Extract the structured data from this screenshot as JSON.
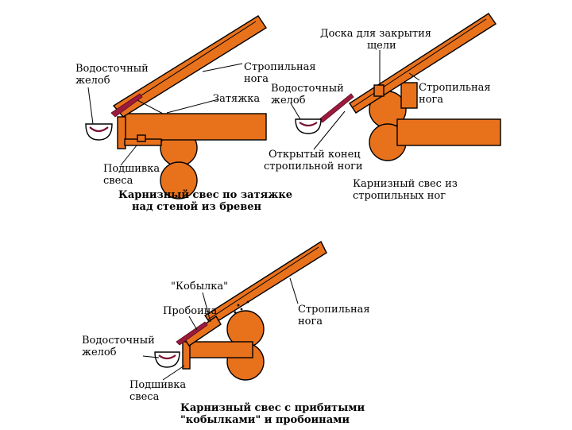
{
  "colors": {
    "wood": "#e8711c",
    "flashing": "#9b1b3d",
    "outline": "#000000",
    "background": "#ffffff"
  },
  "icons": {
    "gutter": "gutter-icon",
    "rafter": "rafter-icon",
    "log": "log-icon"
  },
  "diagram1": {
    "label_gutter_1": "Водосточный",
    "label_gutter_2": "желоб",
    "label_rafter_1": "Стропильная",
    "label_rafter_2": "нога",
    "label_tie": "Затяжка",
    "label_soffit_1": "Подшивка",
    "label_soffit_2": "свеса",
    "caption_1": "Карнизный свес по затяжке",
    "caption_2": "над стеной из бревен"
  },
  "diagram2": {
    "label_board_1": "Доска для закрытия",
    "label_board_2": "щели",
    "label_rafter_1": "Стропильная",
    "label_rafter_2": "нога",
    "label_gutter_1": "Водосточный",
    "label_gutter_2": "желоб",
    "label_open_end_1": "Открытый конец",
    "label_open_end_2": "стропильной ноги",
    "caption_1": "Карнизный свес из",
    "caption_2": "стропильных ног"
  },
  "diagram3": {
    "label_filly": "\"Кобылка\"",
    "label_hole": "Пробоина",
    "label_rafter_1": "Стропильная",
    "label_rafter_2": "нога",
    "label_gutter_1": "Водосточный",
    "label_gutter_2": "желоб",
    "label_soffit_1": "Подшивка",
    "label_soffit_2": "свеса",
    "caption_1": "Карнизный свес с  прибитыми",
    "caption_2": "\"кобылками\" и пробоинами"
  }
}
